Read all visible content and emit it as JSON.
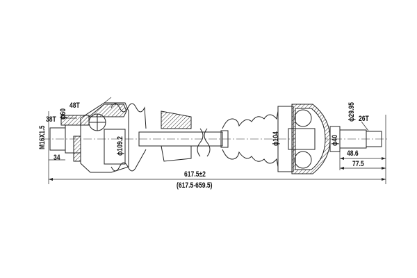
{
  "drawing": {
    "subject": "CV drive shaft assembly",
    "left_joint": {
      "thread": "M16X1.5",
      "spline_teeth": "38T",
      "abs_ring_teeth": "48T",
      "diameter_small": "ϕ60",
      "diameter_boot": "ϕ109.2",
      "stub_length": "34"
    },
    "right_joint": {
      "diameter_housing": "ϕ104",
      "diameter_neck": "ϕ40",
      "diameter_shaft": "ϕ29.95",
      "spline_teeth": "26T",
      "length_inner": "48.6",
      "length_outer": "77.5"
    },
    "overall": {
      "length": "617.5±2",
      "range": "(617.5-659.5)"
    }
  }
}
